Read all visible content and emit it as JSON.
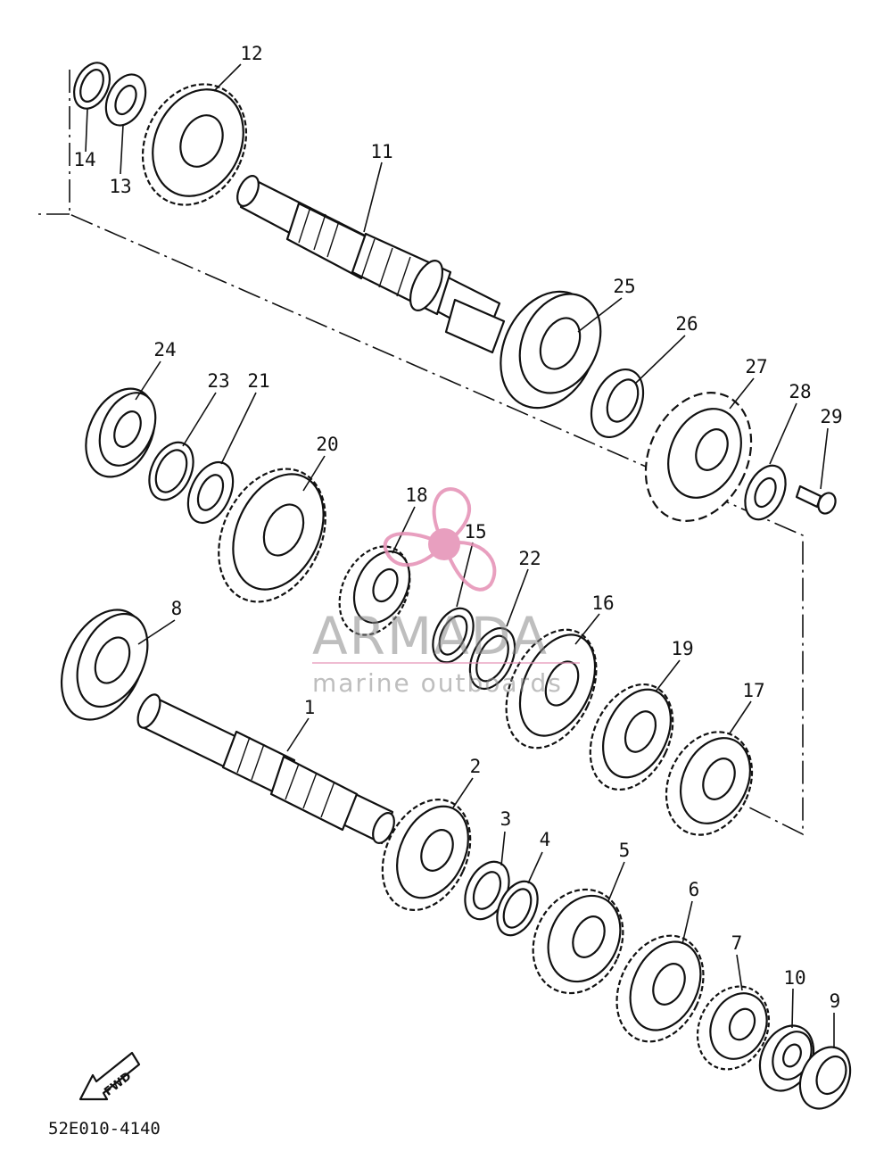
{
  "diagram": {
    "drawing_code": "52E010-4140",
    "fwd_label": "FWD",
    "callouts": [
      "1",
      "2",
      "3",
      "4",
      "5",
      "6",
      "7",
      "8",
      "9",
      "10",
      "11",
      "12",
      "13",
      "14",
      "15",
      "16",
      "17",
      "18",
      "19",
      "20",
      "21",
      "22",
      "23",
      "24",
      "25",
      "26",
      "27",
      "28",
      "29"
    ]
  },
  "watermark": {
    "brand": "ARMADA",
    "tagline": "marine outboards",
    "accent_color": "#e58fb4",
    "text_color": "#8a8a8a"
  }
}
